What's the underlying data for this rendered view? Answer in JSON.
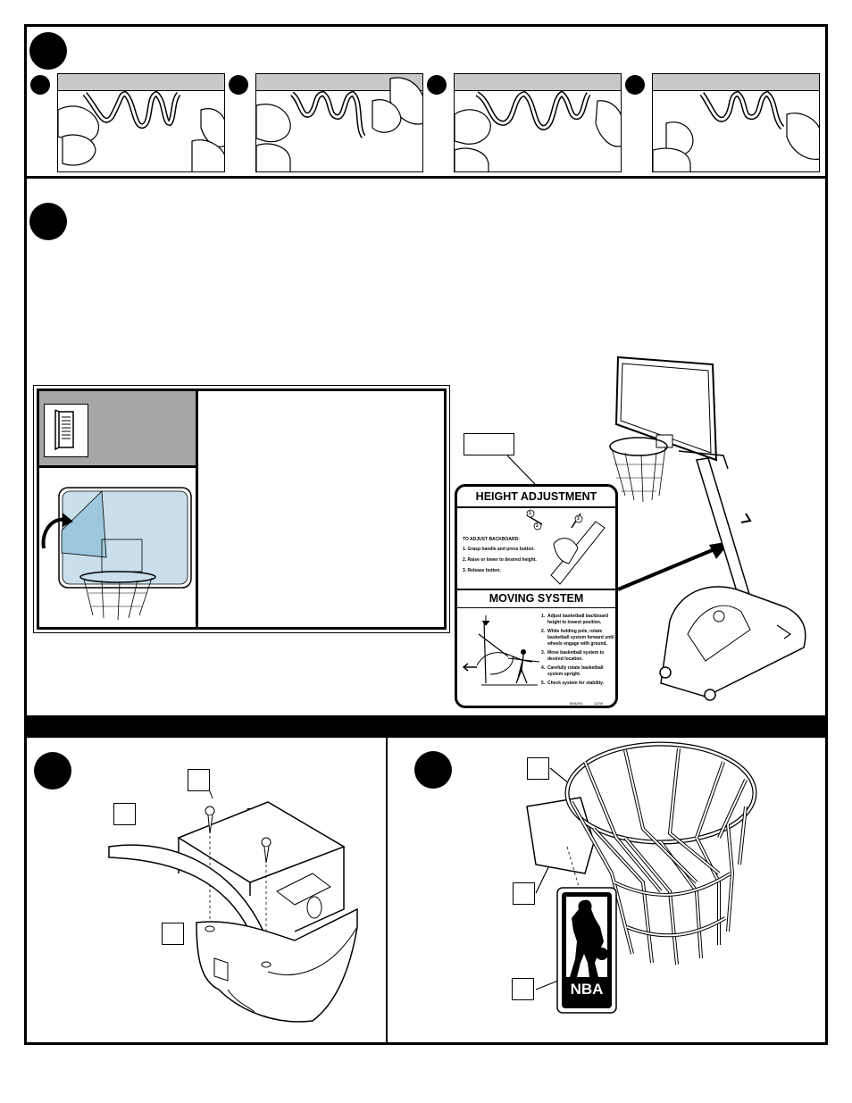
{
  "decal": {
    "height_title": "HEIGHT ADJUSTMENT",
    "adjust_heading": "TO ADJUST BACKBOARD:",
    "adjust_steps": [
      "1. Grasp handle and press button.",
      "2. Raise or lower to desired height.",
      "3. Release button."
    ],
    "moving_title": "MOVING SYSTEM",
    "moving_steps": [
      {
        "num": "1.",
        "text": "Adjust basketball backboard height to lowest position."
      },
      {
        "num": "2.",
        "text": "While holding pole, rotate basketball system forward until wheels engage with ground."
      },
      {
        "num": "3.",
        "text": "Move basketball system to desired location."
      },
      {
        "num": "4.",
        "text": "Carefully rotate basketball system upright."
      },
      {
        "num": "5.",
        "text": "Check system for stability."
      }
    ],
    "part_number": "M46293",
    "date_code": "12/05",
    "arrow_numbers": [
      "1",
      "2",
      "3"
    ]
  },
  "logo": {
    "text": "NBA"
  },
  "colors": {
    "ink": "#000000",
    "bar_gray": "#c8c8c8",
    "sidebar_gray": "#a6a6a6",
    "glass_blue": "#9cc7dd"
  }
}
